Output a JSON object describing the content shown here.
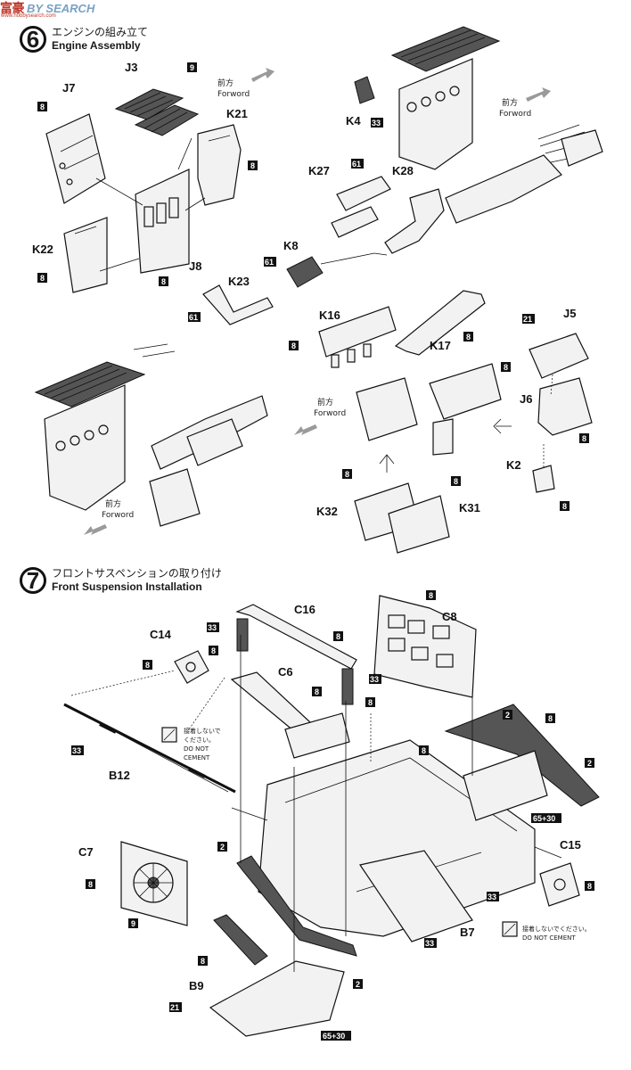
{
  "watermark": {
    "main": "富豪",
    "sub": "BY SEARCH",
    "url": "www.hobbysearch.com"
  },
  "step6": {
    "number": "6",
    "title_jp": "エンジンの組み立て",
    "title_en": "Engine Assembly"
  },
  "step7": {
    "number": "7",
    "title_jp": "フロントサスペンションの取り付け",
    "title_en": "Front Suspension Installation"
  },
  "forward": {
    "jp": "前方",
    "en": "Forword"
  },
  "no_cement": {
    "jp1": "接着しないで",
    "jp2": "ください。",
    "en1": "DO NOT",
    "en2": "CEMENT"
  },
  "no_cement_b": {
    "jp": "接着しないでください。",
    "en": "DO NOT CEMENT"
  },
  "parts": {
    "J3": "J3",
    "J7": "J7",
    "K21": "K21",
    "K22": "K22",
    "J8": "J8",
    "K23": "K23",
    "K8": "K8",
    "K27": "K27",
    "K28": "K28",
    "K4": "K4",
    "K16": "K16",
    "K17": "K17",
    "J5": "J5",
    "J6": "J6",
    "K2": "K2",
    "K32": "K32",
    "K31": "K31",
    "C16": "C16",
    "C8": "C8",
    "C14": "C14",
    "C6": "C6",
    "B12": "B12",
    "C7": "C7",
    "C15": "C15",
    "B7": "B7",
    "B9": "B9"
  },
  "tags": {
    "t8": "8",
    "t9": "9",
    "t61": "61",
    "t33": "33",
    "t21": "21",
    "t2": "2",
    "t65_30": "65+30"
  }
}
